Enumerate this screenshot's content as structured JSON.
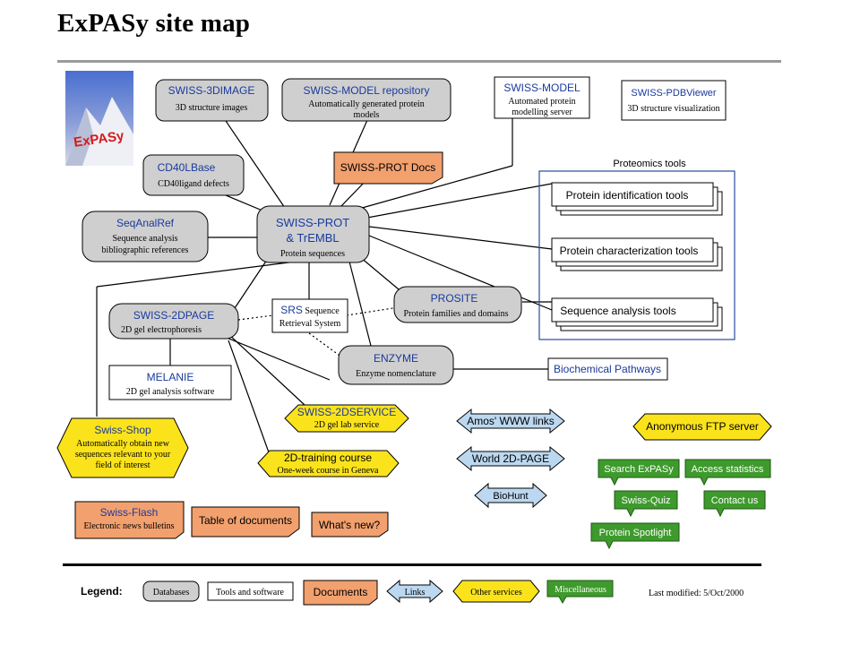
{
  "page": {
    "title": "ExPASy site map"
  },
  "logo": {
    "text": "ExPASy"
  },
  "colors": {
    "database": "#cfcfcf",
    "tool": "#ffffff",
    "document": "#f2a06e",
    "link": "#bcd8f0",
    "service": "#fbe31c",
    "misc": "#3e9a2c",
    "title_blue": "#1a3a9c",
    "proteomics_border": "#2a4a9c"
  },
  "nodes": {
    "swiss3dimage": {
      "title": "SWISS-3DIMAGE",
      "sub": [
        "3D structure images"
      ]
    },
    "swissmodel_repo": {
      "title": "SWISS-MODEL repository",
      "sub": [
        "Automatically generated protein",
        "models"
      ]
    },
    "swissmodel": {
      "title": "SWISS-MODEL",
      "sub": [
        "Automated protein",
        "modelling server"
      ]
    },
    "swisspdbviewer": {
      "title": "SWISS-PDBViewer",
      "sub": [
        "3D structure visualization"
      ]
    },
    "cd40lbase": {
      "title": "CD40LBase",
      "sub": [
        "CD40ligand defects"
      ]
    },
    "swissprot_docs": {
      "title": "SWISS-PROT Docs"
    },
    "seqanalref": {
      "title": "SeqAnalRef",
      "sub": [
        "Sequence analysis",
        "bibliographic references"
      ]
    },
    "swissprot": {
      "title": "SWISS-PROT",
      "title2": "& TrEMBL",
      "sub": [
        "Protein sequences"
      ]
    },
    "srs": {
      "title": "SRS",
      "title_suffix": " Sequence",
      "sub": [
        "Retrieval System"
      ]
    },
    "prosite": {
      "title": "PROSITE",
      "sub": [
        "Protein families and domains"
      ]
    },
    "swiss2dpage": {
      "title": "SWISS-2DPAGE",
      "sub": [
        "2D gel electrophoresis"
      ]
    },
    "melanie": {
      "title": "MELANIE",
      "sub": [
        "2D gel analysis software"
      ]
    },
    "enzyme": {
      "title": "ENZYME",
      "sub": [
        "Enzyme nomenclature"
      ]
    },
    "biochem": {
      "title": "Biochemical Pathways"
    },
    "swiss2dservice": {
      "title": "SWISS-2DSERVICE",
      "sub": [
        "2D gel lab service"
      ]
    },
    "swissshop": {
      "title": "Swiss-Shop",
      "sub": [
        "Automatically obtain new",
        "sequences relevant to your",
        "field of interest"
      ]
    },
    "training": {
      "title": "2D-training course",
      "sub": [
        "One-week course in Geneva"
      ]
    },
    "swissflash": {
      "title": "Swiss-Flash",
      "sub": [
        "Electronic news bulletins"
      ]
    },
    "tableofdocs": {
      "title": "Table of documents"
    },
    "whatsnew": {
      "title": "What's new?"
    },
    "amos": {
      "title": "Amos' WWW links"
    },
    "world2dpage": {
      "title": "World 2D-PAGE"
    },
    "biohunt": {
      "title": "BioHunt"
    },
    "ftp": {
      "title": "Anonymous FTP server"
    },
    "searchexpasy": {
      "title": "Search ExPASy"
    },
    "accessstats": {
      "title": "Access statistics"
    },
    "swissquiz": {
      "title": "Swiss-Quiz"
    },
    "contactus": {
      "title": "Contact us"
    },
    "spotlight": {
      "title": "Protein Spotlight"
    }
  },
  "proteomics": {
    "heading": "Proteomics tools",
    "items": [
      "Protein identification tools",
      "Protein characterization tools",
      "Sequence analysis tools"
    ]
  },
  "legend": {
    "label": "Legend:",
    "items": [
      "Databases",
      "Tools and software",
      "Documents",
      "Links",
      "Other services",
      "Miscellaneous"
    ],
    "last_modified": "Last modified:  5/Oct/2000"
  }
}
